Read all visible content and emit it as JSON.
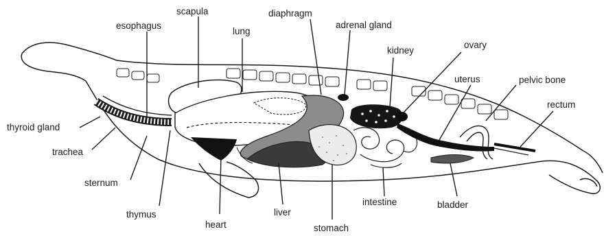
{
  "labels": {
    "scapula": "scapula",
    "esophagus": "esophagus",
    "lung": "lung",
    "diaphragm": "diaphragm",
    "adrenal_gland": "adrenal gland",
    "kidney": "kidney",
    "ovary": "ovary",
    "uterus": "uterus",
    "pelvic_bone": "pelvic bone",
    "rectum": "rectum",
    "thyroid_gland": "thyroid gland",
    "trachea": "trachea",
    "sternum": "sternum",
    "thymus": "thymus",
    "heart": "heart",
    "liver": "liver",
    "stomach": "stomach",
    "intestine": "intestine",
    "bladder": "bladder"
  }
}
